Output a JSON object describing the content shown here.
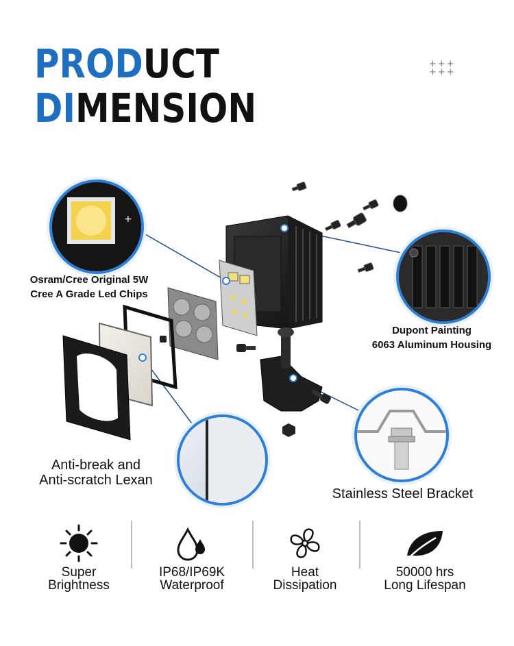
{
  "heading": {
    "line1_blue": "PROD",
    "line1_dark": "UCT",
    "line2_blue": "DI",
    "line2_dark": "MENSION"
  },
  "decor": {
    "plus_grid": "+++\n+++"
  },
  "callouts": {
    "chips": {
      "line1": "Osram/Cree Original 5W",
      "line2": "Cree A Grade Led Chips"
    },
    "housing": {
      "line1": "Dupont Painting",
      "line2": "6063 Aluminum Housing"
    },
    "lens": {
      "line1": "Anti-break and",
      "line2": "Anti-scratch Lexan"
    },
    "bracket": {
      "line1": "Stainless Steel Bracket"
    }
  },
  "features": [
    {
      "icon": "sun-icon",
      "line1": "Super",
      "line2": "Brightness"
    },
    {
      "icon": "water-drops-icon",
      "line1": "IP68/IP69K",
      "line2": "Waterproof"
    },
    {
      "icon": "fan-icon",
      "line1": "Heat",
      "line2": "Dissipation"
    },
    {
      "icon": "leaf-icon",
      "line1": "50000 hrs",
      "line2": "Long Lifespan"
    }
  ],
  "colors": {
    "accent": "#1f6fc0",
    "callout_ring": "#2f7fd6",
    "text": "#111111"
  }
}
